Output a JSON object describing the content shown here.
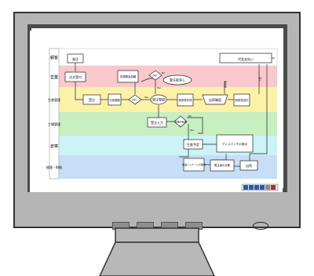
{
  "monitor": {
    "bezel_color": "#b5b5b5",
    "buttons": [
      "button-1",
      "button-2",
      "button-3",
      "button-4"
    ]
  },
  "lanes": [
    {
      "label": "顧客",
      "color": "#ffffff"
    },
    {
      "label": "営業",
      "color": "#f9c8cc"
    },
    {
      "label": "生産管理",
      "color": "#fbf2a8"
    },
    {
      "label": "工場管理",
      "color": "#c7efc0"
    },
    {
      "label": "倉庫",
      "color": "#ccf3f6"
    },
    {
      "label": "経理・財務",
      "color": "#c7def7"
    }
  ],
  "flow": {
    "nodes": {
      "order": "発注",
      "payment": "代金支払い",
      "order_receipt": "注文受付",
      "confirm_request": "在庫照会依頼",
      "ok1": "OK？",
      "cancel": "受注取消し",
      "accept": "受注",
      "credit": "与信調査",
      "ok2": "OK？",
      "order_entry": "受注登録",
      "invoice": "請求書作成",
      "shipping_check": "出荷確認",
      "invoice_send": "請求書送付",
      "order_input": "受注入力",
      "stock_ok": "在庫の有無",
      "production_plan": "生産予定",
      "dispatch": "ディスパッチの指示",
      "inventory": "製品パッケージの製作",
      "shipment_prep": "受注品の手配",
      "ship": "出荷"
    },
    "edge_labels": {
      "yes": "Yes",
      "no": "No",
      "invoice_mark": "請求書",
      "payment_mark": "入金"
    }
  },
  "toolbar_icons": [
    "first-icon",
    "prev-icon",
    "next-icon",
    "last-icon",
    "grid-icon",
    "close-icon"
  ]
}
